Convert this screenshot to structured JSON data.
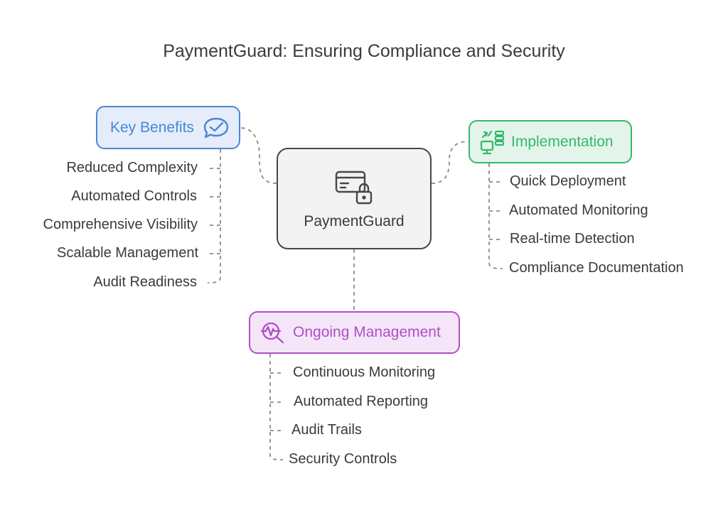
{
  "title": "PaymentGuard: Ensuring Compliance and Security",
  "center": {
    "label": "PaymentGuard",
    "icon": "credit-card-lock-icon"
  },
  "branches": {
    "key_benefits": {
      "label": "Key Benefits",
      "icon": "chat-check-icon",
      "color": "#4a86d8",
      "fill": "#e4edf9",
      "items": [
        "Reduced Complexity",
        "Automated Controls",
        "Comprehensive Visibility",
        "Scalable Management",
        "Audit Readiness"
      ]
    },
    "implementation": {
      "label": "Implementation",
      "icon": "deploy-server-icon",
      "color": "#34b86a",
      "fill": "#e3f5ea",
      "items": [
        "Quick Deployment",
        "Automated Monitoring",
        "Real-time Detection",
        "Compliance Documentation"
      ]
    },
    "ongoing_management": {
      "label": "Ongoing Management",
      "icon": "heartbeat-search-icon",
      "color": "#b14ec9",
      "fill": "#f4e6f8",
      "items": [
        "Continuous Monitoring",
        "Automated Reporting",
        "Audit Trails",
        "Security Controls"
      ]
    }
  }
}
